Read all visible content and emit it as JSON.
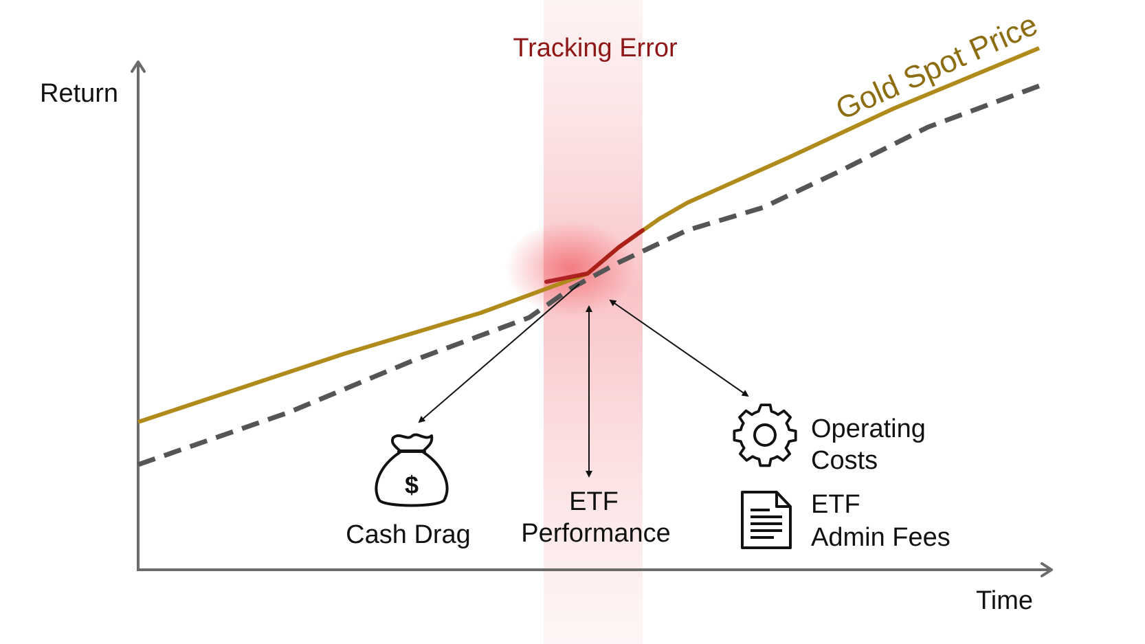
{
  "title": "Tracking Error",
  "axes": {
    "y_label": "Return",
    "x_label": "Time"
  },
  "series": {
    "gold_label": "Gold Spot Price"
  },
  "annotations": {
    "cash_drag": "Cash Drag",
    "etf_performance_line1": "ETF",
    "etf_performance_line2": "Performance",
    "operating_costs_line1": "Operating",
    "operating_costs_line2": "Costs",
    "admin_fees_line1": "ETF",
    "admin_fees_line2": "Admin Fees"
  },
  "icons": {
    "cash_drag": "money-bag-icon",
    "operating_costs": "gear-icon",
    "admin_fees": "document-icon"
  },
  "colors": {
    "gold": "#b08a1a",
    "gold_label": "#8c6d12",
    "etf_line": "#555555",
    "tracking_band": "#f4a0a4",
    "tracking_error_text": "#8e1616",
    "axis": "#6b6b6b"
  }
}
